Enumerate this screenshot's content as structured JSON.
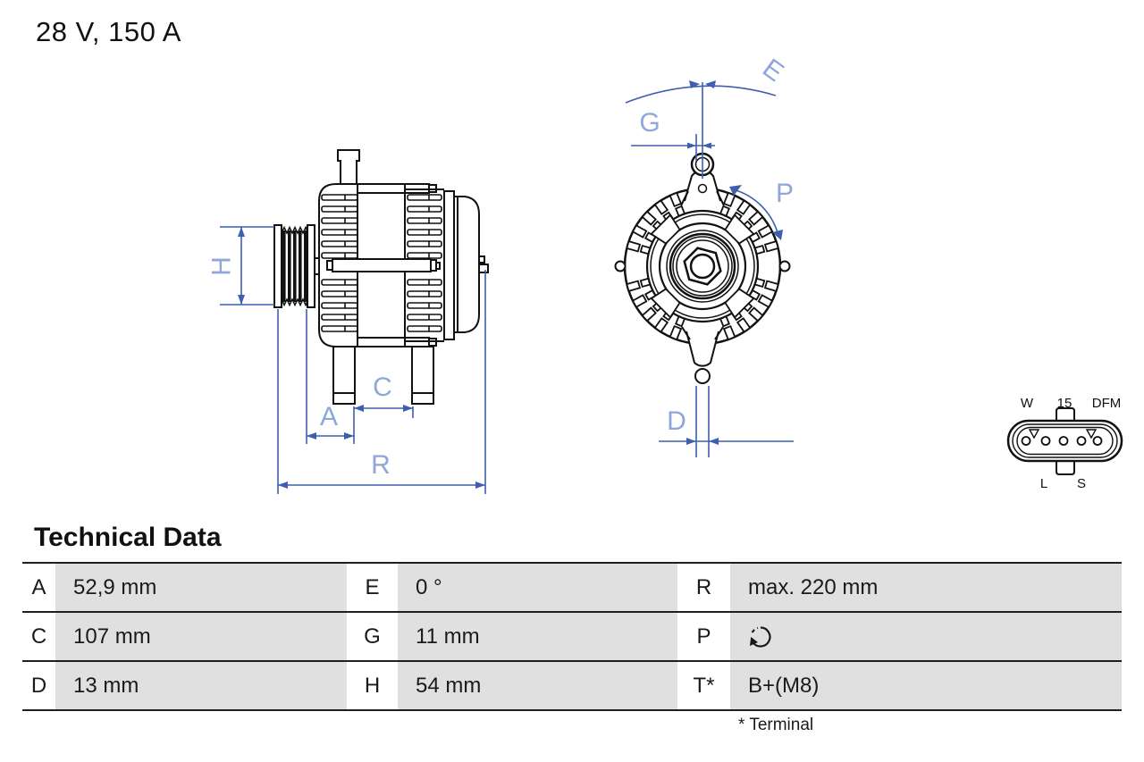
{
  "header": {
    "title": "28 V, 150 A"
  },
  "drawing": {
    "colors": {
      "dim_line": "#3c5fae",
      "dim_label": "#8ea6d8",
      "line_art": "#111111"
    },
    "side_view": {
      "labels": {
        "H": "H",
        "A": "A",
        "C": "C",
        "R": "R"
      }
    },
    "front_view": {
      "labels": {
        "E": "E",
        "G": "G",
        "P": "P",
        "D": "D"
      }
    },
    "connector": {
      "top_labels": [
        "W",
        "15",
        "DFM"
      ],
      "bottom_labels": [
        "L",
        "S"
      ]
    }
  },
  "table": {
    "title": "Technical Data",
    "footnote": "* Terminal",
    "rows": [
      [
        {
          "key": "A",
          "value": "52,9 mm"
        },
        {
          "key": "E",
          "value": "0 °"
        },
        {
          "key": "R",
          "value": "max. 220 mm"
        }
      ],
      [
        {
          "key": "C",
          "value": "107 mm"
        },
        {
          "key": "G",
          "value": "11 mm"
        },
        {
          "key": "P",
          "value": "",
          "icon": "rotation-clockwise-icon"
        }
      ],
      [
        {
          "key": "D",
          "value": "13 mm"
        },
        {
          "key": "H",
          "value": "54 mm"
        },
        {
          "key": "T*",
          "value": "B+(M8)"
        }
      ]
    ]
  }
}
